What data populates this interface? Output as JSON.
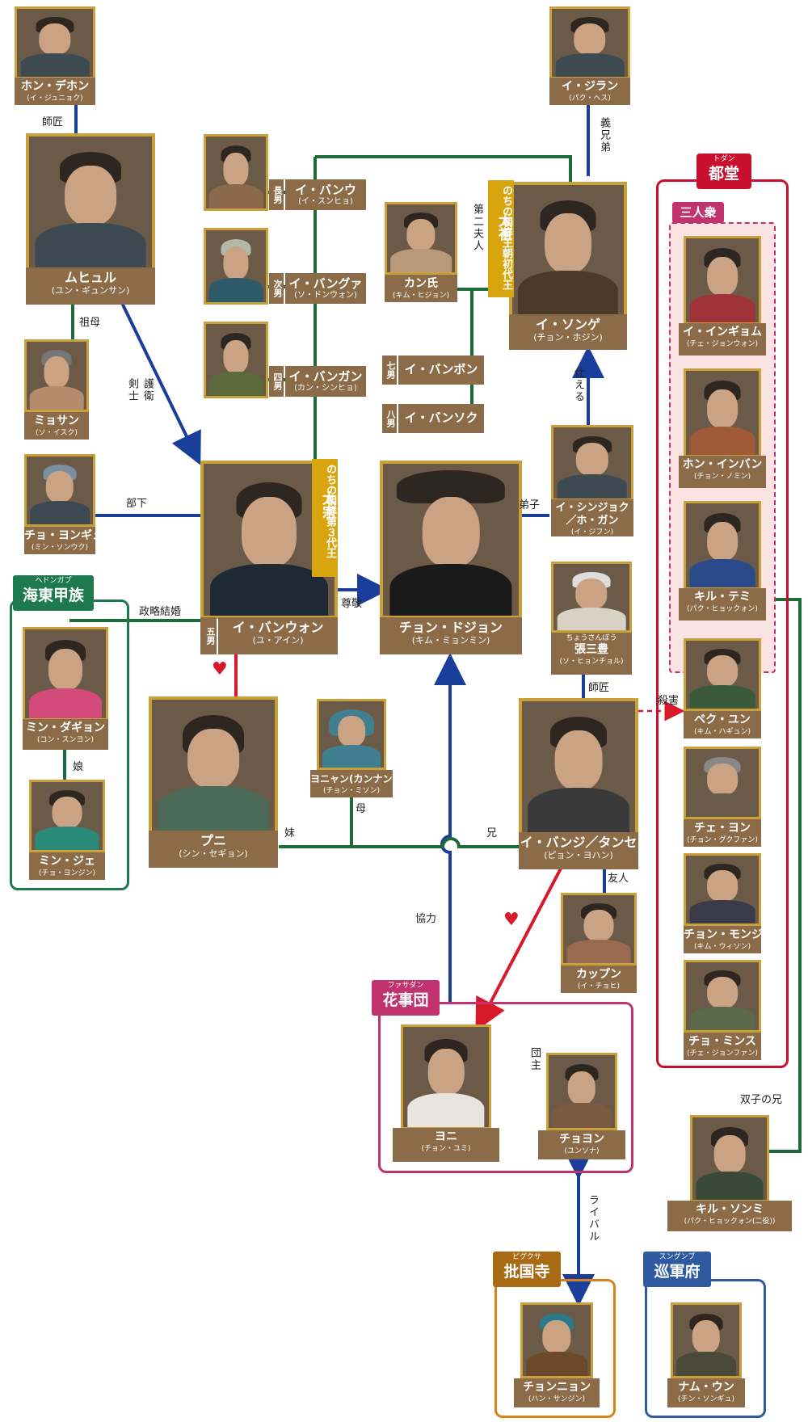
{
  "colors": {
    "gold_frame": "#c9a03a",
    "name_plate": "#8c6c48",
    "blue_line": "#1a3f9a",
    "green_line": "#1e6b3a",
    "red_line": "#d7192a",
    "todang_red": "#c8102e",
    "haedong_green": "#1e7a4e",
    "hwasadan_pink": "#c0336e",
    "pigukusa_orange": "#d9821a",
    "sungunbu_blue": "#2f5aa0",
    "title_gold": "#d9a50f"
  },
  "people": {
    "hong_daehon": {
      "name": "ホン・デホン",
      "actor": "(イ・ジュニョク)"
    },
    "lee_jiran": {
      "name": "イ・ジラン",
      "actor": "(パク・ヘス)"
    },
    "muhyul": {
      "name": "ムヒュル",
      "actor": "(ユン・ギュンサン)"
    },
    "yosan": {
      "name": "ミョサン",
      "actor": "(ソ・イスク)"
    },
    "cho_yongu": {
      "name": "チョ・ヨンギュ",
      "actor": "(ミン・ソンウク)"
    },
    "lee_bangwon": {
      "name": "イ・バンウォン",
      "actor": "(ユ・アイン)"
    },
    "jeong_dojeon": {
      "name": "チョン・ドジョン",
      "actor": "(キム・ミョンミン)"
    },
    "lee_seonggye": {
      "name": "イ・ソンゲ",
      "actor": "(チョン・ホジン)"
    },
    "kang": {
      "name": "カン氏",
      "actor": "(キム・ヒジョン)"
    },
    "lee_sinjeok": {
      "name": "イ・シンジョク／ホ・ガン",
      "actor": "(イ・ジフン)"
    },
    "zhang_sanfeng": {
      "ruby": "ちょうさんぼう",
      "name": "張三豊",
      "actor": "(ソ・ヒョンチョル)"
    },
    "min_dagyeong": {
      "name": "ミン・ダギョン",
      "actor": "(コン・スンヨン)"
    },
    "min_je": {
      "name": "ミン・ジェ",
      "actor": "(チョ・ヨンジン)"
    },
    "buni": {
      "name": "プニ",
      "actor": "(シン・セギョン)"
    },
    "yeonhyang": {
      "name": "ヨニャン(カンナン)",
      "actor": "(チョン・ミソン)"
    },
    "lee_bangji": {
      "name": "イ・バンジ／タンセ",
      "actor": "(ピョン・ヨハン)"
    },
    "gappun": {
      "name": "カップン",
      "actor": "(イ・チョヒ)"
    },
    "yeoni": {
      "name": "ヨニ",
      "actor": "(チョン・ユミ)"
    },
    "choyeong": {
      "name": "チョヨン",
      "actor": "(ユンソナ)"
    },
    "chonyong": {
      "name": "チョンニョン",
      "actor": "(ハン・サンジン)"
    },
    "nam_eun": {
      "name": "ナム・ウン",
      "actor": "(チン・ソンギュ)"
    },
    "lee_ingyeom": {
      "name": "イ・インギョム",
      "actor": "(チェ・ジョンウォン)"
    },
    "hong_inbang": {
      "name": "ホン・インバン",
      "actor": "(チョン・ノミン)"
    },
    "gil_taemi": {
      "name": "キル・テミ",
      "actor": "(パク・ヒョックォン)"
    },
    "baek_yun": {
      "name": "ペク・ユン",
      "actor": "(キム・ハギュン)"
    },
    "choi_yeong": {
      "name": "チェ・ヨン",
      "actor": "(チョン・グクファン)"
    },
    "jeong_mongju": {
      "name": "チョン・モンジュ",
      "actor": "(キム・ウィソン)"
    },
    "cho_minsu": {
      "name": "チョ・ミンス",
      "actor": "(チェ・ジョンファン)"
    },
    "gil_sunmi": {
      "name": "キル・ソンミ",
      "actor": "(パク・ヒョックォン(二役))"
    }
  },
  "sons": [
    {
      "tag": "長男",
      "name": "イ・バンウ",
      "actor": "(イ・スンヒョ)"
    },
    {
      "tag": "次男",
      "name": "イ・バングァ",
      "actor": "(ソ・ドンウォン)"
    },
    {
      "tag": "四男",
      "name": "イ・バンガン",
      "actor": "(カン・シンヒョ)"
    },
    {
      "tag": "七男",
      "name": "イ・バンボン"
    },
    {
      "tag": "八男",
      "name": "イ・バンソク"
    }
  ],
  "bangwon_tag": "五男",
  "titles": {
    "taejo_small": "のちの朝鮮王朝初代王",
    "taejo_big": "太祖",
    "taejong_small": "のちの朝鮮第３代王",
    "taejong_big": "太宗"
  },
  "relations": {
    "shisho": "師匠",
    "gikyodai": "義兄弟",
    "sobo": "祖母",
    "goei": "護衛剣士",
    "buka": "部下",
    "dainijin": "第二夫人",
    "tsukaeru": "仕える",
    "deshi": "弟子",
    "seiryaku": "政略結婚",
    "sonkei": "尊敬",
    "shisho2": "師匠",
    "satsugai": "殺害",
    "musume": "娘",
    "imouto": "妹",
    "haha": "母",
    "ani": "兄",
    "yujin": "友人",
    "kyoryoku": "協力",
    "danshu": "団主",
    "rival": "ライバル",
    "futago": "双子の兄"
  },
  "groups": {
    "todang": {
      "ruby": "トダン",
      "title": "都堂"
    },
    "sanninshu": {
      "title": "三人衆"
    },
    "haedong": {
      "ruby": "ヘドンガプ",
      "title": "海東甲族"
    },
    "hwasadan": {
      "ruby": "ファサダン",
      "title": "花事団"
    },
    "pigukusa": {
      "ruby": "ピグクサ",
      "title": "批国寺"
    },
    "sungunbu": {
      "ruby": "スングンブ",
      "title": "巡軍府"
    }
  },
  "icons": [
    "heart-icon"
  ]
}
